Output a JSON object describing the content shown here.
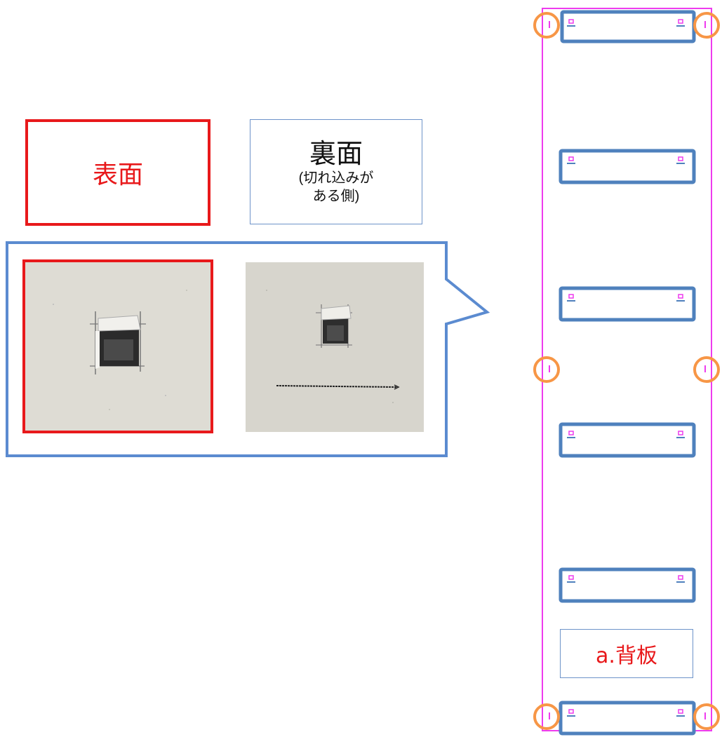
{
  "labels": {
    "front": "表面",
    "back_title": "裏面",
    "back_note_line1": "(切れ込みが",
    "back_note_line2": "ある側)",
    "board": "a.背板"
  },
  "colors": {
    "red": "#e8191b",
    "blue": "#4f81bd",
    "magenta": "#ee3bee",
    "orange": "#f79646"
  },
  "photos": [
    {
      "name": "front-surface-photo",
      "content": "square cut hole in grey board, front side"
    },
    {
      "name": "back-surface-photo",
      "content": "square cut hole with a drawn line below, back side"
    }
  ]
}
